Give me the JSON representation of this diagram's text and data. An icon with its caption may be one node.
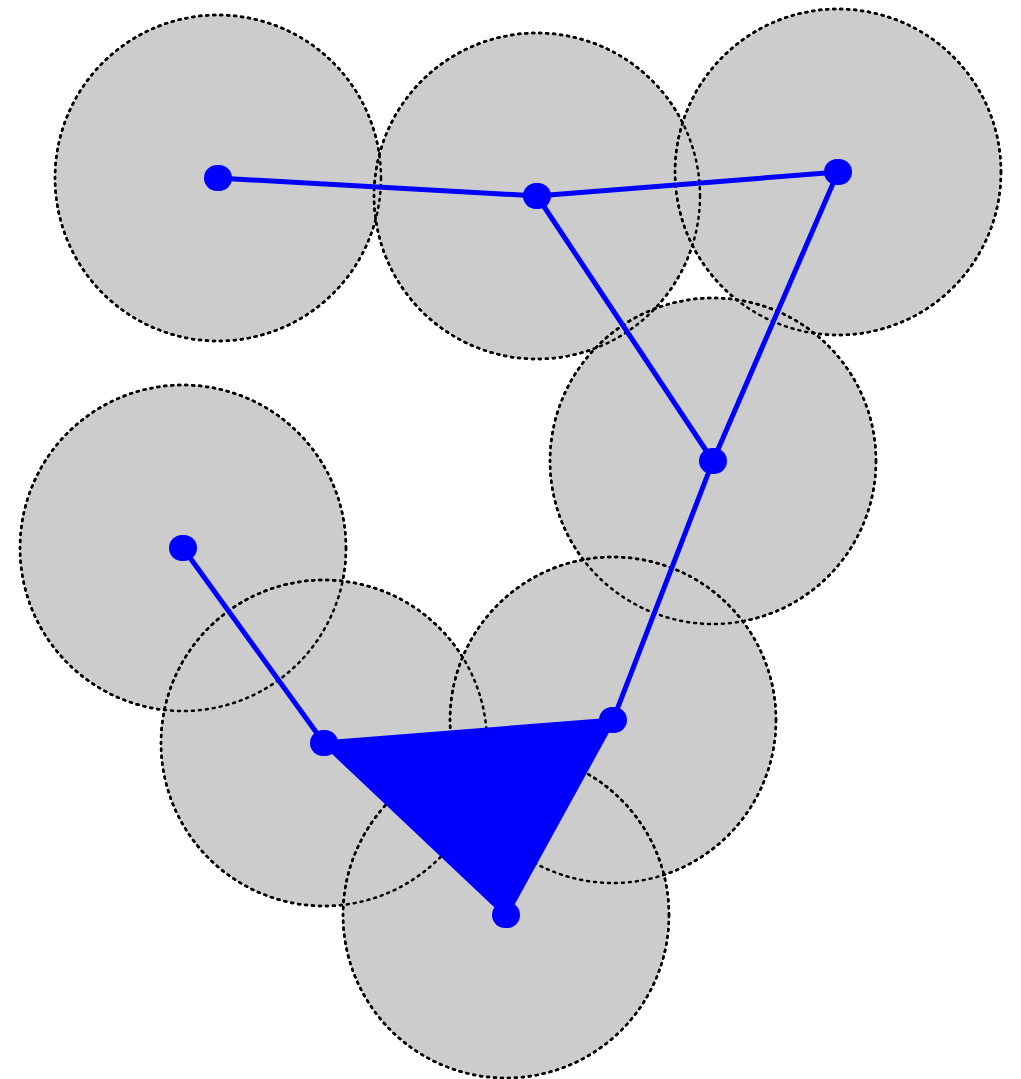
{
  "diagram": {
    "nodes": [
      {
        "text": [],
        "shape": "circle"
      },
      {
        "text": [],
        "shape": "circle"
      },
      {
        "text": [],
        "shape": "circle"
      },
      {
        "text": [],
        "shape": "circle"
      },
      {
        "text": [],
        "shape": "circle"
      },
      {
        "text": [],
        "shape": "circle"
      },
      {
        "text": [],
        "shape": "circle"
      },
      {
        "text": [],
        "shape": "circle"
      }
    ],
    "edges": [
      {
        "from": 0,
        "to": 1,
        "arrow": "none"
      },
      {
        "from": 1,
        "to": 2,
        "arrow": "none"
      },
      {
        "from": 1,
        "to": 3,
        "arrow": "none"
      },
      {
        "from": 2,
        "to": 3,
        "arrow": "none"
      },
      {
        "from": 3,
        "to": 6,
        "arrow": "none"
      },
      {
        "from": 4,
        "to": 5,
        "arrow": "none"
      },
      {
        "from": 5,
        "to": 6,
        "arrow": "none"
      },
      {
        "from": 6,
        "to": 7,
        "arrow": "none"
      },
      {
        "from": 5,
        "to": 7,
        "arrow": "none"
      }
    ]
  }
}
